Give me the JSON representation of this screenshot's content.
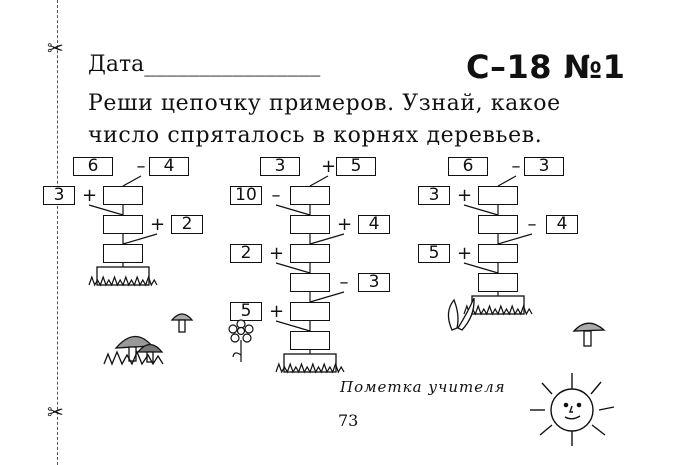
{
  "header": {
    "date_label": "Дата________________",
    "code": "С–18  №1"
  },
  "task": {
    "line1": "Реши цепочку примеров. Узнай, какое",
    "line2": "число спряталось в корнях деревьев."
  },
  "trees": [
    {
      "top": {
        "a": "6",
        "op": "–",
        "b": "4"
      },
      "steps": [
        {
          "side": "left",
          "num": "3",
          "op": "+"
        },
        {
          "side": "right",
          "num": "2",
          "op": "+"
        }
      ]
    },
    {
      "top": {
        "a": "3",
        "op": "+",
        "b": "5"
      },
      "steps": [
        {
          "side": "left",
          "num": "10",
          "op": "–"
        },
        {
          "side": "right",
          "num": "4",
          "op": "+"
        },
        {
          "side": "left",
          "num": "2",
          "op": "+"
        },
        {
          "side": "right",
          "num": "3",
          "op": "–"
        },
        {
          "side": "left",
          "num": "5",
          "op": "+"
        }
      ]
    },
    {
      "top": {
        "a": "6",
        "op": "–",
        "b": "3"
      },
      "steps": [
        {
          "side": "left",
          "num": "3",
          "op": "+"
        },
        {
          "side": "right",
          "num": "4",
          "op": "–"
        },
        {
          "side": "left",
          "num": "5",
          "op": "+"
        }
      ]
    }
  ],
  "footer": {
    "teacher_note": "Пометка учителя",
    "page_number": "73"
  }
}
